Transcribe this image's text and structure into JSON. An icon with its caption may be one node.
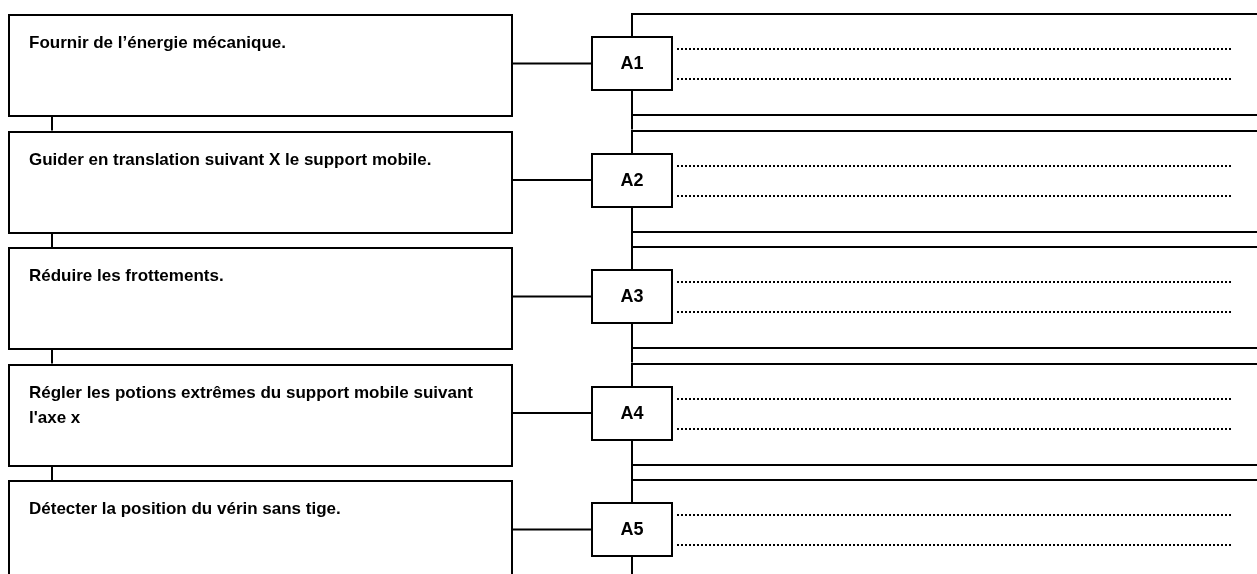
{
  "diagram": {
    "nodes": [
      {
        "text": [
          "Fournir de l’énergie mécanique."
        ]
      },
      {
        "text": [
          "A1"
        ]
      },
      {
        "text": [],
        "shape": "box"
      },
      {
        "text": [
          "Guider en translation suivant X le support mobile."
        ]
      },
      {
        "text": [
          "A2"
        ]
      },
      {
        "text": [],
        "shape": "box"
      },
      {
        "text": [
          "Réduire les frottements."
        ]
      },
      {
        "text": [
          "A3"
        ]
      },
      {
        "text": [],
        "shape": "box"
      },
      {
        "text": [
          "Régler les potions extrêmes du support mobile suivant l'axe x"
        ]
      },
      {
        "text": [
          "A4"
        ]
      },
      {
        "text": [],
        "shape": "box"
      },
      {
        "text": [
          "Détecter la position du vérin sans tige."
        ]
      },
      {
        "text": [
          "A5"
        ]
      },
      {
        "text": [],
        "shape": "box"
      }
    ],
    "edges": [
      {
        "from": 0,
        "to": 1,
        "arrow": "none"
      },
      {
        "from": 3,
        "to": 4,
        "arrow": "none"
      },
      {
        "from": 6,
        "to": 7,
        "arrow": "none"
      },
      {
        "from": 9,
        "to": 10,
        "arrow": "none"
      },
      {
        "from": 12,
        "to": 13,
        "arrow": "none"
      },
      {
        "from": 0,
        "to": 3,
        "arrow": "none"
      },
      {
        "from": 3,
        "to": 6,
        "arrow": "none"
      },
      {
        "from": 6,
        "to": 9,
        "arrow": "none"
      },
      {
        "from": 9,
        "to": 12,
        "arrow": "none"
      },
      {
        "from": 2,
        "to": 5,
        "arrow": "none"
      },
      {
        "from": 5,
        "to": 8,
        "arrow": "none"
      },
      {
        "from": 8,
        "to": 11,
        "arrow": "none"
      },
      {
        "from": 11,
        "to": 14,
        "arrow": "none"
      }
    ]
  }
}
